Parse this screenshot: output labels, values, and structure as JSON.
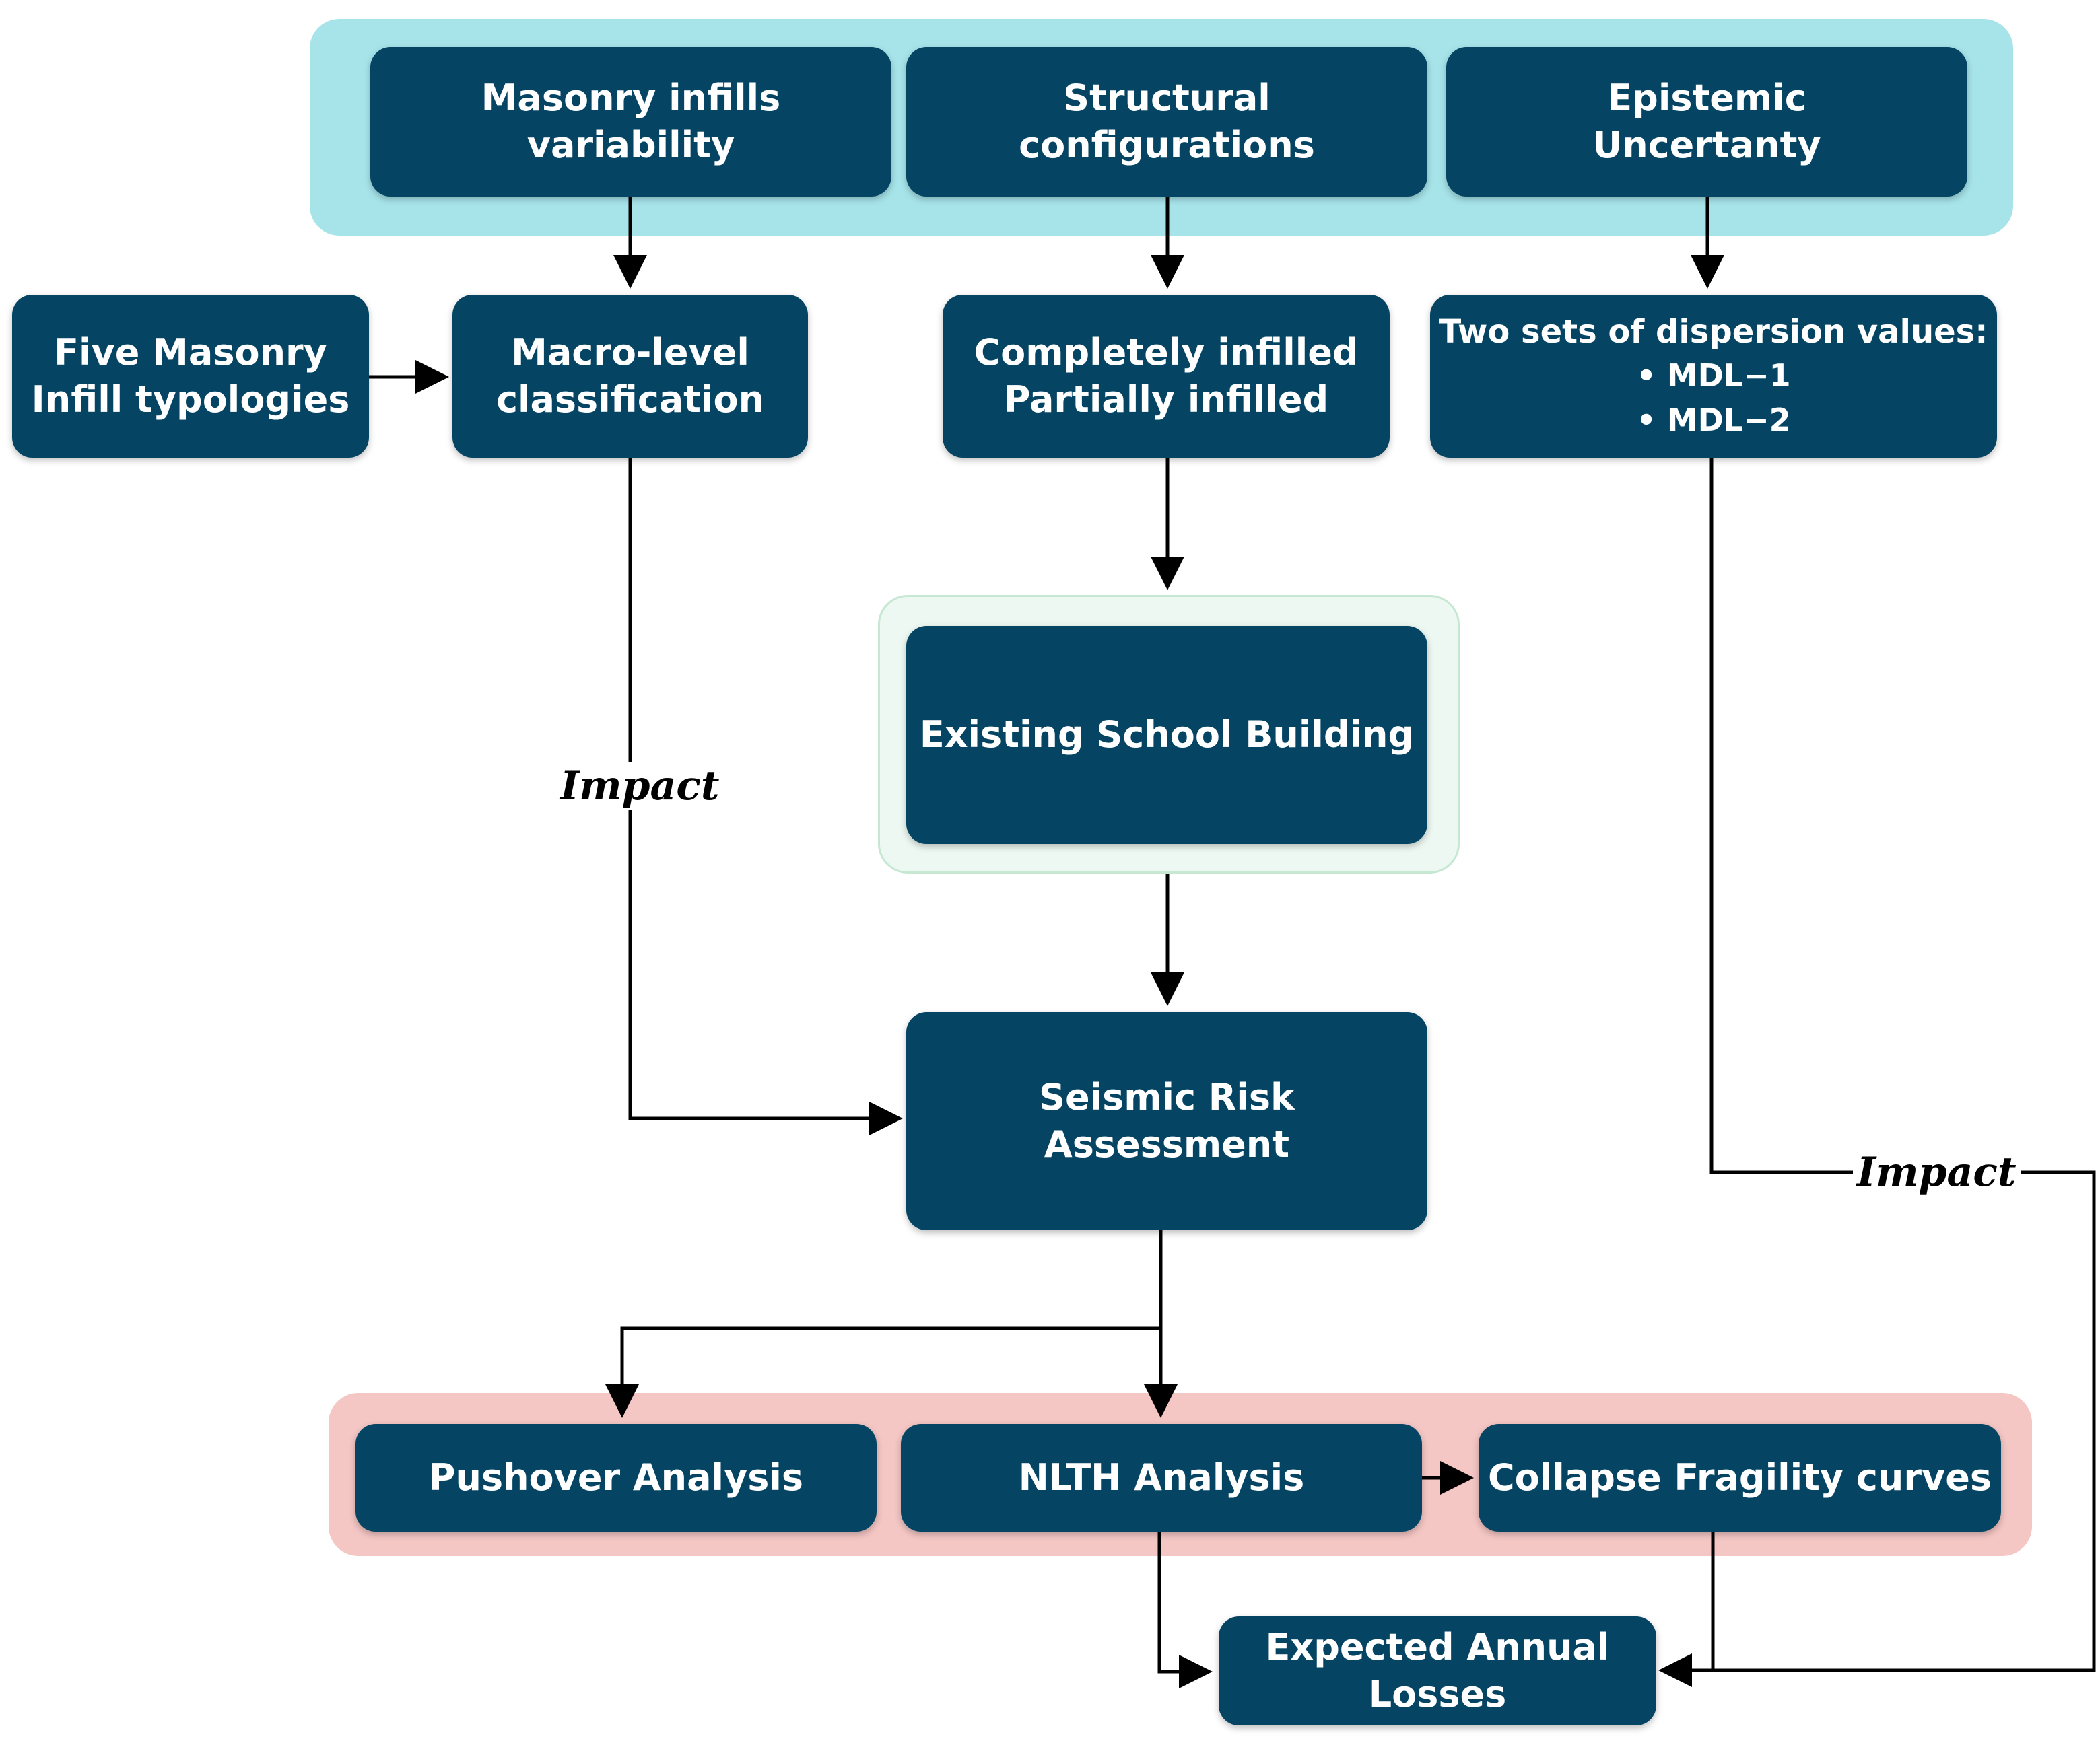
{
  "colors": {
    "node_fill": "#054563",
    "node_text": "#ffffff",
    "top_band": "#a6e4ea",
    "center_band": "#eef8f2",
    "bottom_band": "#f4c6c4",
    "connector": "#000000"
  },
  "top_row": {
    "masonry_infills": [
      "Masonry infills",
      "variability"
    ],
    "structural_configurations": [
      "Structural",
      "configurations"
    ],
    "epistemic_uncertainty": [
      "Epistemic",
      "Uncertanty"
    ]
  },
  "second_row": {
    "five_masonry": [
      "Five Masonry",
      "Infill typologies"
    ],
    "macro_level": [
      "Macro-level",
      "classification"
    ],
    "infill_states": [
      "Completely infilled",
      "Partially infilled"
    ],
    "dispersion": {
      "title": "Two sets of dispersion values:",
      "items": [
        "MDL−1",
        "MDL−2"
      ]
    }
  },
  "existing_school": "Existing School Building",
  "seismic_risk": [
    "Seismic Risk",
    "Assessment"
  ],
  "bottom_row": {
    "pushover": "Pushover Analysis",
    "nlth": "NLTH Analysis",
    "collapse_fragility": "Collapse Fragility curves"
  },
  "expected_losses": [
    "Expected Annual",
    "Losses"
  ],
  "labels": {
    "impact_left": "Impact",
    "impact_right": "Impact"
  }
}
